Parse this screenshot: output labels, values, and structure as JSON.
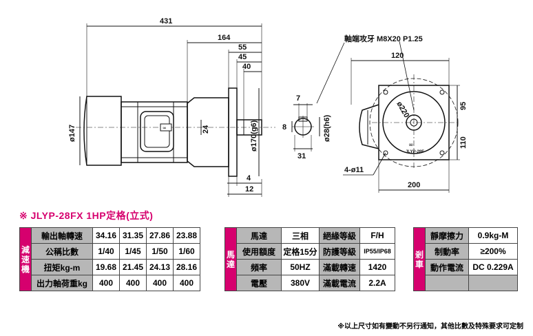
{
  "drawing": {
    "dims_top": [
      "431",
      "164",
      "55",
      "45",
      "40"
    ],
    "dims_shaft": [
      "7",
      "8",
      "31",
      "ø28(h6)"
    ],
    "dims_side": [
      "ø147",
      "24",
      "ø170(g6)"
    ],
    "dims_bottom": [
      "4",
      "12"
    ],
    "right_view": {
      "note": "軸端攻牙 M8X20 P1.25",
      "top_width": "120",
      "pcd": "ø220",
      "right_upper": "95",
      "right_lower": "110",
      "bottom_width": "200",
      "holes": "4-ø11"
    },
    "label_plate": "JLYP-28F"
  },
  "title": "※ JLYP-28FX  1HP定格(立式)",
  "reducer": {
    "side_label": "減速機",
    "rows": [
      {
        "label": "輸出軸轉速",
        "values": [
          "34.16",
          "31.35",
          "27.86",
          "23.88"
        ]
      },
      {
        "label": "公稱比數",
        "values": [
          "1/40",
          "1/45",
          "1/50",
          "1/60"
        ]
      },
      {
        "label": "扭矩kg-m",
        "values": [
          "19.68",
          "21.45",
          "24.13",
          "28.16"
        ]
      },
      {
        "label": "出力軸荷重kg",
        "values": [
          "400",
          "400",
          "400",
          "400"
        ]
      }
    ]
  },
  "motor": {
    "side_label": "馬達",
    "rows": [
      [
        "馬達",
        "三相",
        "絕緣等級",
        "F/H"
      ],
      [
        "使用額度",
        "定格15分",
        "防護等級",
        "IP55/IP68"
      ],
      [
        "頻率",
        "50HZ",
        "滿載轉速",
        "1420"
      ],
      [
        "電壓",
        "380V",
        "滿載電流",
        "2.2A"
      ]
    ]
  },
  "brake": {
    "side_label": "剎車",
    "rows": [
      [
        "靜摩擦力",
        "0.9kg-M"
      ],
      [
        "制動率",
        "≥200%"
      ],
      [
        "動作電流",
        "DC 0.229A"
      ]
    ]
  },
  "footnote": "※以上尺寸如有變動不另行通知，其他比數及特殊要求可定制"
}
